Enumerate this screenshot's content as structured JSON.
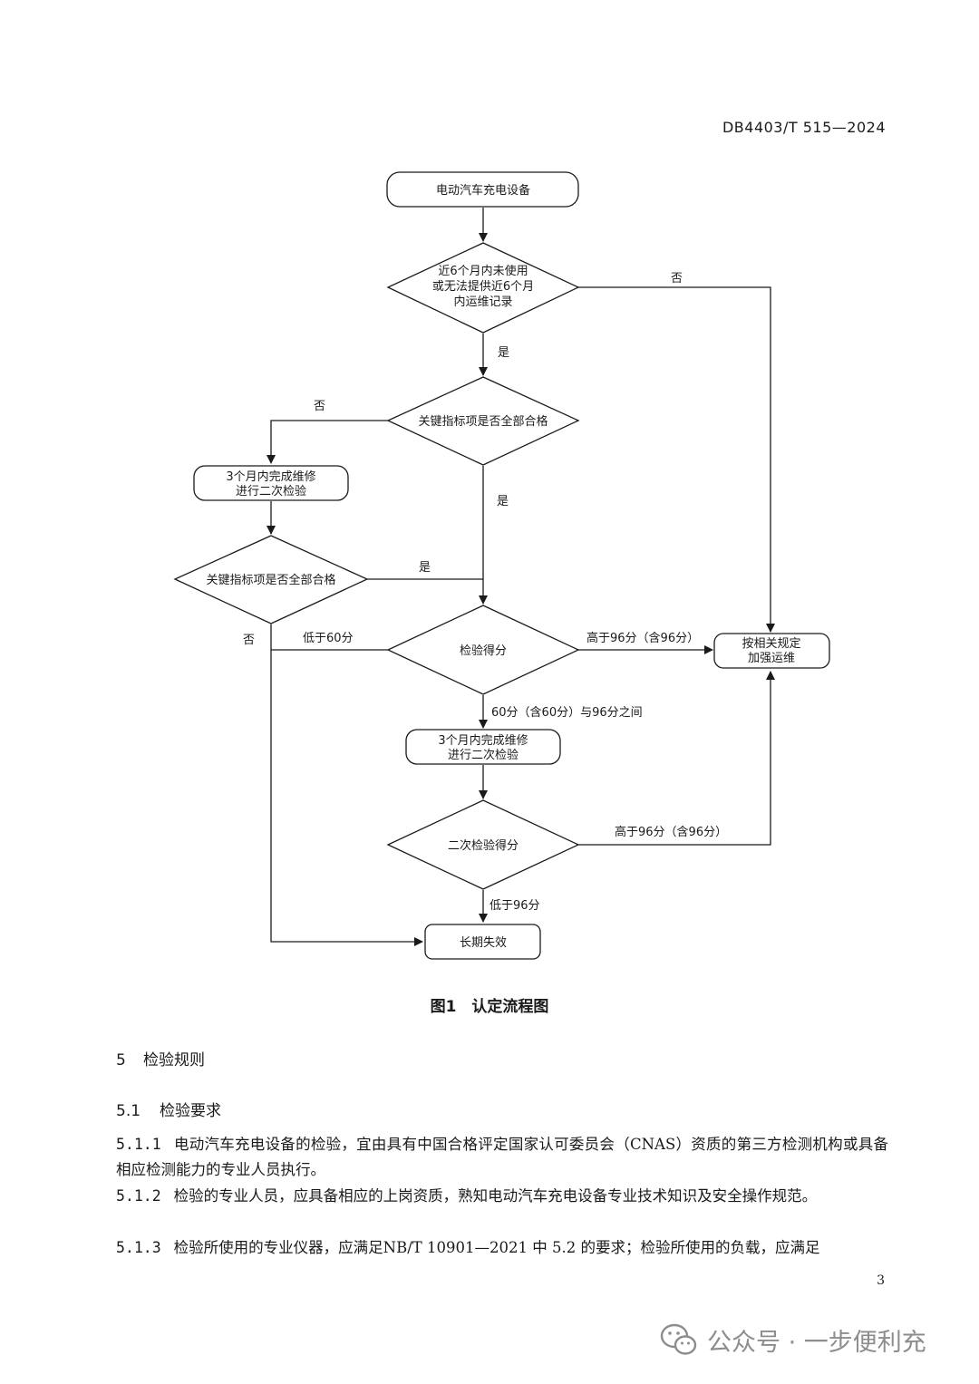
{
  "header": {
    "doc_code": "DB4403/T 515—2024"
  },
  "flowchart": {
    "start": "电动汽车充电设备",
    "decision_recent": [
      "近6个月内未使用",
      "或无法提供近6个月",
      "内运维记录"
    ],
    "decision_key_1": "关键指标项是否全部合格",
    "repair_1": [
      "3个月内完成维修",
      "进行二次检验"
    ],
    "decision_key_2": "关键指标项是否全部合格",
    "decision_score": "检验得分",
    "repair_2": [
      "3个月内完成维修",
      "进行二次检验"
    ],
    "decision_score_2": "二次检验得分",
    "end_invalid": "长期失效",
    "end_maintain": [
      "按相关规定",
      "加强运维"
    ],
    "labels": {
      "no_recent": "否",
      "yes_recent": "是",
      "no_key_1": "否",
      "yes_key_1": "是",
      "yes_key_2": "是",
      "no_key_2": "否",
      "below_60": "低于60分",
      "above_96": "高于96分（含96分）",
      "between": "60分（含60分）与96分之间",
      "above_96_2": "高于96分（含96分）",
      "below_96": "低于96分"
    }
  },
  "caption": "图1　认定流程图",
  "section_5": {
    "num": "5",
    "title": "检验规则"
  },
  "section_5_1": {
    "num": "5.1",
    "title": "检验要求"
  },
  "clauses": [
    {
      "num": "5.1.1",
      "text": "电动汽车充电设备的检验，宜由具有中国合格评定国家认可委员会（CNAS）资质的第三方检测机构或具备相应检测能力的专业人员执行。"
    },
    {
      "num": "5.1.2",
      "text": "检验的专业人员，应具备相应的上岗资质，熟知电动汽车充电设备专业技术知识及安全操作规范。"
    },
    {
      "num": "5.1.3",
      "text": "检验所使用的专业仪器，应满足NB/T 10901—2021 中 5.2 的要求；检验所使用的负载，应满足"
    }
  ],
  "page_number": "3",
  "watermark": {
    "text": "公众号 · 一步便利充",
    "icon": "wechat-icon"
  }
}
